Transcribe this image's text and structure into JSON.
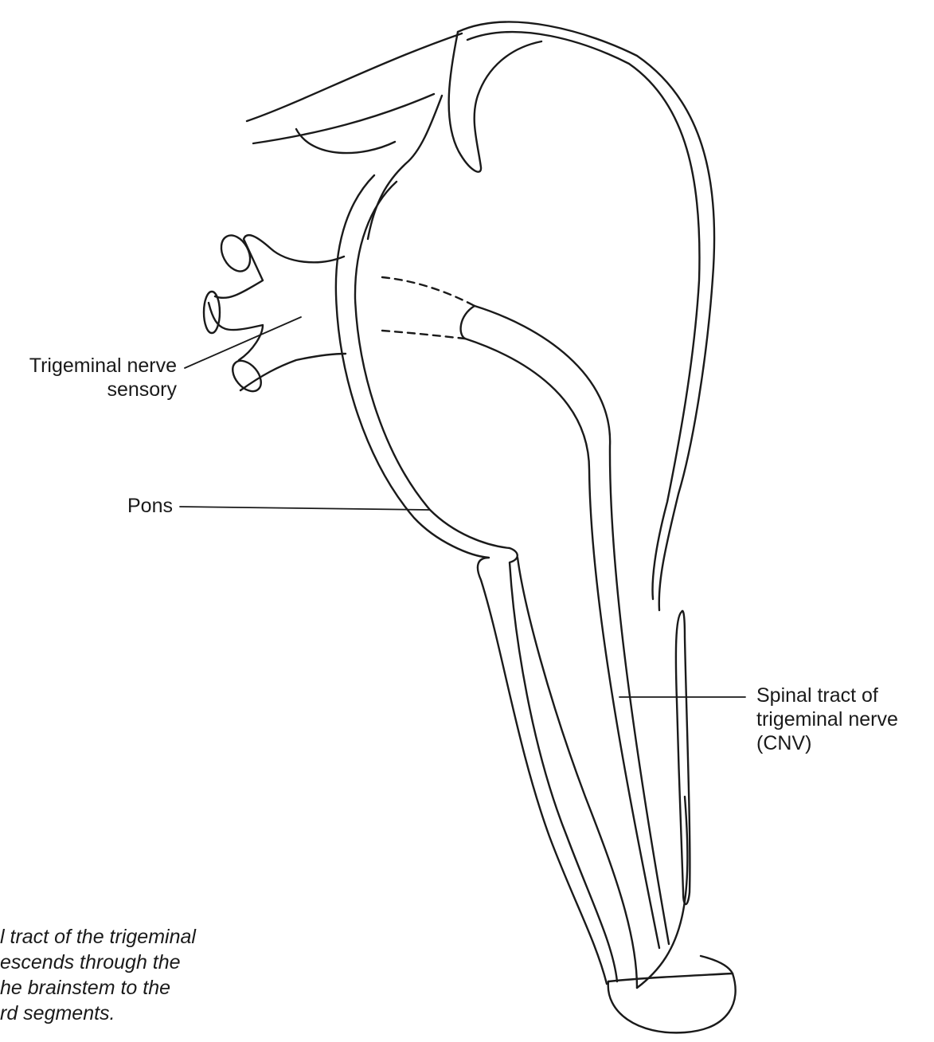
{
  "labels": {
    "trigeminal_sensory": [
      "Trigeminal nerve",
      "sensory"
    ],
    "pons": "Pons",
    "spinal_tract": [
      "Spinal tract of",
      "trigeminal nerve",
      "(CNV)"
    ]
  },
  "caption_fragment": [
    "l tract of the trigeminal",
    "escends through the",
    "he brainstem to the",
    "rd segments."
  ],
  "colors": {
    "stroke": "#1a1a1a",
    "background": "#ffffff"
  }
}
